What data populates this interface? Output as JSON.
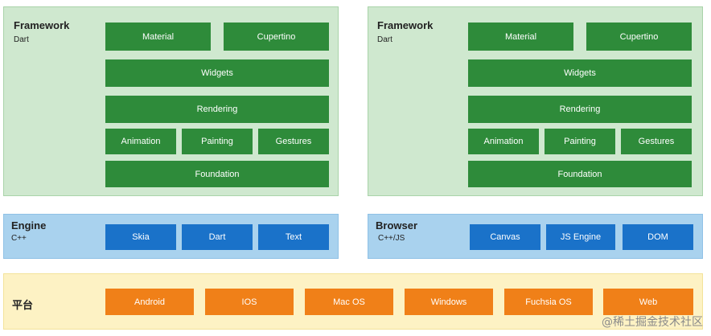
{
  "flutter": {
    "title": "Framework",
    "subtitle": "Dart",
    "boxes": {
      "material": "Material",
      "cupertino": "Cupertino",
      "widgets": "Widgets",
      "rendering": "Rendering",
      "animation": "Animation",
      "painting": "Painting",
      "gestures": "Gestures",
      "foundation": "Foundation"
    },
    "engine": {
      "title": "Engine",
      "subtitle": "C++",
      "boxes": [
        "Skia",
        "Dart",
        "Text"
      ]
    }
  },
  "web": {
    "title": "Framework",
    "subtitle": "Dart",
    "boxes": {
      "material": "Material",
      "cupertino": "Cupertino",
      "widgets": "Widgets",
      "rendering": "Rendering",
      "animation": "Animation",
      "painting": "Painting",
      "gestures": "Gestures",
      "foundation": "Foundation"
    },
    "browser": {
      "title": "Browser",
      "subtitle": "C++/JS",
      "boxes": [
        "Canvas",
        "JS Engine",
        "DOM"
      ]
    }
  },
  "platform": {
    "title": "平台",
    "items": [
      "Android",
      "IOS",
      "Mac OS",
      "Windows",
      "Fuchsia OS",
      "Web"
    ]
  },
  "watermark": "@稀土掘金技术社区",
  "colors": {
    "green_panel": "#cfe8cf",
    "green_box": "#2e8b3a",
    "blue_panel": "#a9d2ee",
    "blue_box": "#1a72c9",
    "yellow_panel": "#fdf2c4",
    "orange_box": "#f08018"
  }
}
